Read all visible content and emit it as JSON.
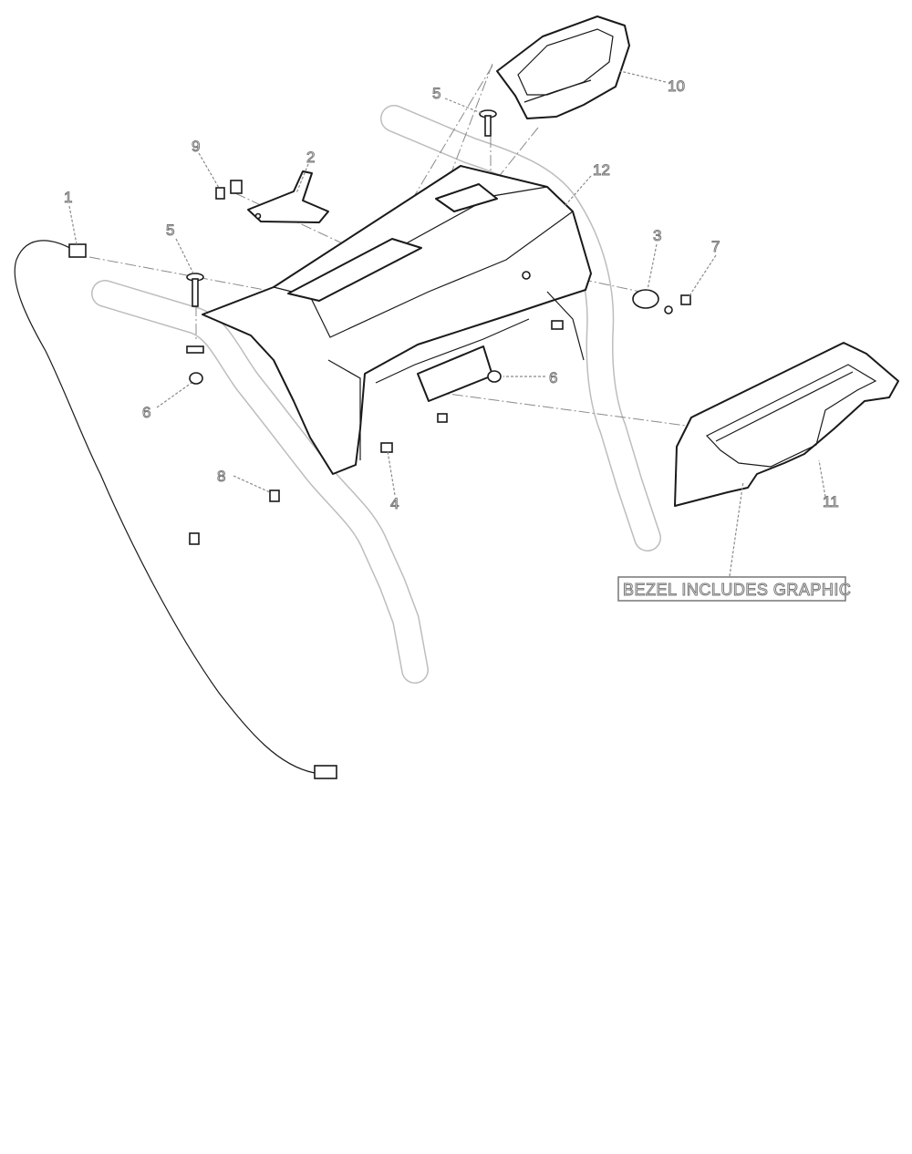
{
  "callouts": {
    "c1": "1",
    "c2": "2",
    "c3": "3",
    "c4": "4",
    "c5a": "5",
    "c5b": "5",
    "c6a": "6",
    "c6b": "6",
    "c7": "7",
    "c8": "8",
    "c9": "9",
    "c10": "10",
    "c11": "11",
    "c12": "12"
  },
  "note": "BEZEL INCLUDES GRAPHIC"
}
